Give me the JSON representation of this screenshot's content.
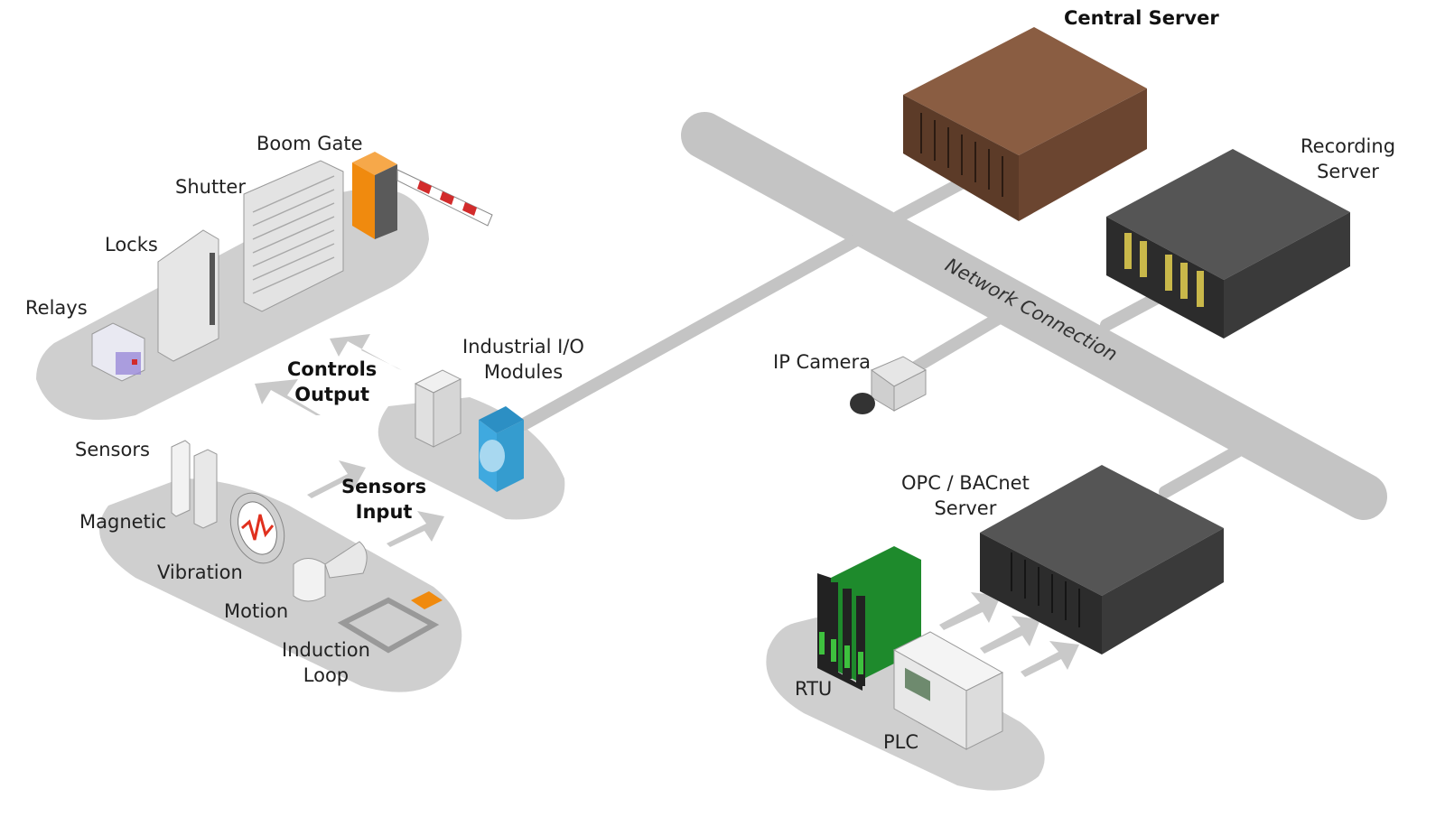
{
  "labels": {
    "central_server": "Central Server",
    "recording_server": [
      "Recording",
      "Server"
    ],
    "boom_gate": "Boom Gate",
    "shutter": "Shutter",
    "locks": "Locks",
    "relays": "Relays",
    "controls_output": [
      "Controls",
      "Output"
    ],
    "industrial_io": [
      "Industrial I/O",
      "Modules"
    ],
    "ip_camera": "IP Camera",
    "network_connection": "Network Connection",
    "sensors": "Sensors",
    "magnetic": "Magnetic",
    "vibration": "Vibration",
    "motion": "Motion",
    "induction_loop": [
      "Induction",
      "Loop"
    ],
    "sensors_input": [
      "Sensors",
      "Input"
    ],
    "opc_bacnet": [
      "OPC / BACnet",
      "Server"
    ],
    "rtu": "RTU",
    "plc": "PLC"
  },
  "colors": {
    "platform": "#cfcfcf",
    "backbone": "#c4c4c4",
    "arrow": "#c9c9c9",
    "central_server": "#6b4530",
    "dark_server": "#3a3a3a",
    "boom_gate": "#f08a0e",
    "io_module": "#3fa9df",
    "rtu_board": "#1e8a2c"
  }
}
